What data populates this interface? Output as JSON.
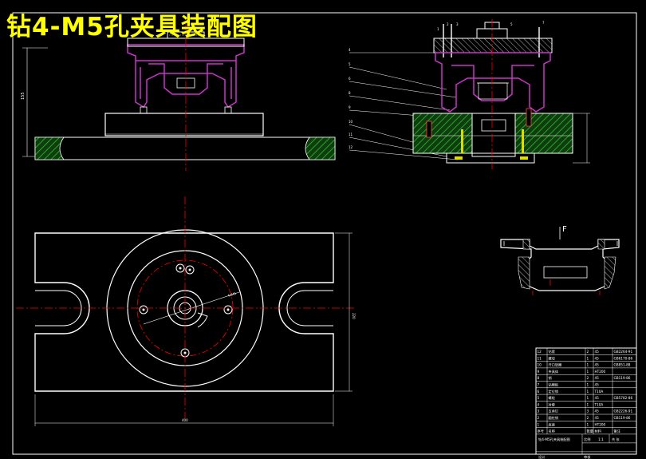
{
  "title": "钻4-M5孔夹具装配图",
  "section_label": "F",
  "colors": {
    "background": "#000000",
    "title": "#ffff00",
    "outline": "#ffffff",
    "part": "#cc33cc",
    "centerline": "#ff0000",
    "hatch": "#22aa22",
    "bolt": "#dddd00"
  },
  "parts_list": {
    "rows": [
      {
        "no": "12",
        "name": "钻套",
        "qty": "2",
        "material": "45",
        "std": "GB2264-91"
      },
      {
        "no": "11",
        "name": "螺母",
        "qty": "1",
        "material": "45",
        "std": "GB6170-86"
      },
      {
        "no": "10",
        "name": "开口垫圈",
        "qty": "1",
        "material": "45",
        "std": "GB851-88"
      },
      {
        "no": "9",
        "name": "夹具体",
        "qty": "1",
        "material": "HT200",
        "std": ""
      },
      {
        "no": "8",
        "name": "销",
        "qty": "2",
        "material": "45",
        "std": "GB119-86"
      },
      {
        "no": "7",
        "name": "钻模板",
        "qty": "1",
        "material": "45",
        "std": ""
      },
      {
        "no": "6",
        "name": "定位销",
        "qty": "1",
        "material": "T10A",
        "std": ""
      },
      {
        "no": "5",
        "name": "螺栓",
        "qty": "1",
        "material": "45",
        "std": "GB5782-86"
      },
      {
        "no": "4",
        "name": "衬套",
        "qty": "1",
        "material": "T10A",
        "std": ""
      },
      {
        "no": "3",
        "name": "支承钉",
        "qty": "3",
        "material": "45",
        "std": "GB2226-91"
      },
      {
        "no": "2",
        "name": "圆柱销",
        "qty": "2",
        "material": "45",
        "std": "GB119-86"
      },
      {
        "no": "1",
        "name": "底座",
        "qty": "1",
        "material": "HT200",
        "std": ""
      }
    ],
    "header": {
      "no": "序号",
      "name": "名称",
      "qty": "数量",
      "material": "材料",
      "std": "备注"
    },
    "footer": {
      "drawing_name": "钻4-M5孔夹具装配图",
      "scale_label": "比例",
      "scale": "1:1",
      "sheet_label": "共 张",
      "designer_label": "设计",
      "checker_label": "审核"
    }
  }
}
